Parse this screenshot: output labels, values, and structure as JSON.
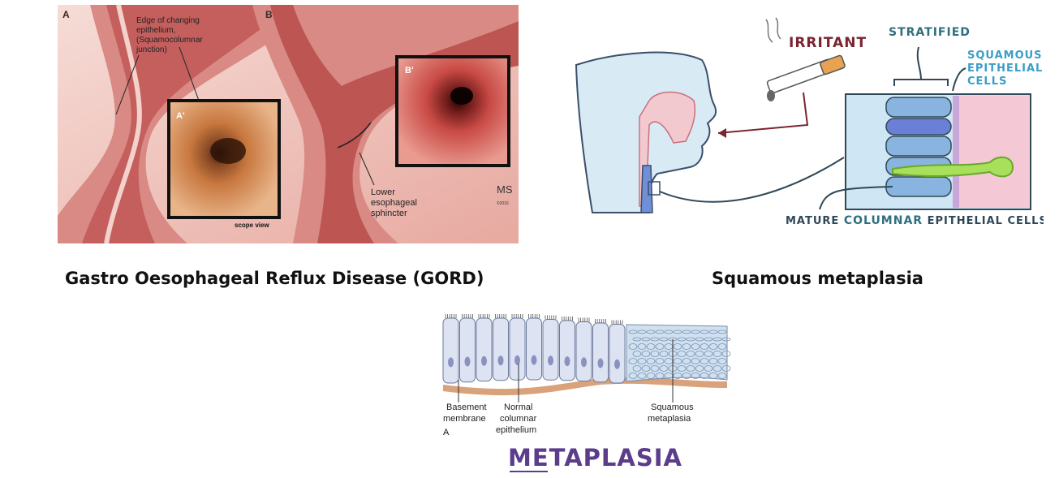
{
  "gord_figure": {
    "panel_a_letter": "A",
    "panel_b_letter": "B",
    "edge_label_lines": [
      "Edge of changing",
      "epithelium,",
      "(Squamocolumnar",
      "junction)"
    ],
    "inset_a_letter": "A'",
    "inset_b_letter": "B'",
    "scope_view": "scope view",
    "les_label_lines": [
      "Lower",
      "esophageal",
      "sphincter"
    ],
    "logo_letters": "MS",
    "logo_small": "©2016"
  },
  "gord_caption": "Gastro Oesophageal Reflux Disease (GORD)",
  "squamous_figure": {
    "irritant": "IRRITANT",
    "stratified": "STRATIFIED",
    "squamous_lines": [
      "SQUAMOUS",
      "EPITHELIAL",
      "CELLS"
    ],
    "mature_prefix": "MATURE",
    "columnar_word": "COLUMNAR",
    "mature_suffix": "EPITHELIAL CELLS"
  },
  "squamous_caption": "Squamous metaplasia",
  "metaplasia_figure": {
    "basement_lines": [
      "Basement",
      "membrane"
    ],
    "normal_lines": [
      "Normal",
      "columnar",
      "epithelium"
    ],
    "squamous_lines": [
      "Squamous",
      "metaplasia"
    ],
    "panel_letter": "A",
    "title": "METAPLASIA"
  },
  "colors": {
    "tissue": "#c96a6a",
    "tissue_light": "#e9b3ac",
    "mucosa": "#d9534f",
    "cell_blue": "#cdd6ec",
    "teal": "#2f6f7f",
    "irritant_red": "#7a2430",
    "purple": "#5b3d8c"
  }
}
